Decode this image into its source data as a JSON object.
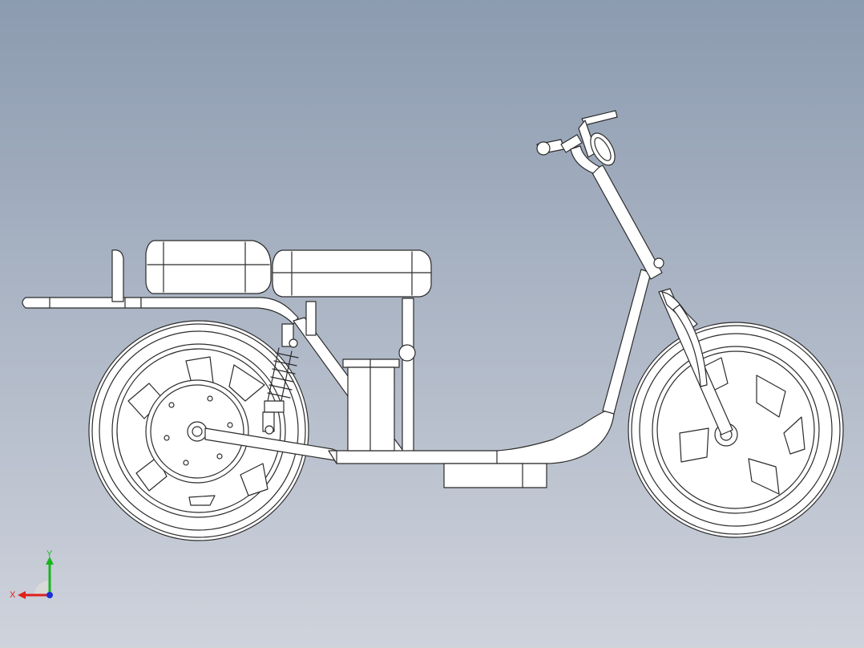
{
  "viewport": {
    "background_top": "#8c9bb0",
    "background_bottom": "#cfd3dc",
    "model_fill": "#ffffff",
    "model_edge": "#2b2b2b"
  },
  "triad": {
    "x_label": "X",
    "y_label": "Y",
    "x_color": "#e0201b",
    "y_color": "#18b51f",
    "z_color": "#1a2fd6",
    "plane_color": "#d9d9d9"
  },
  "model": {
    "components": [
      "rear-wheel",
      "rear-hub-motor",
      "swing-arm",
      "rear-shock",
      "main-frame",
      "rear-rack",
      "rear-seat",
      "front-seat",
      "battery-box",
      "seat-post",
      "front-fork",
      "steering-column",
      "handlebar",
      "headlight-ring",
      "front-wheel",
      "deck-box"
    ]
  }
}
